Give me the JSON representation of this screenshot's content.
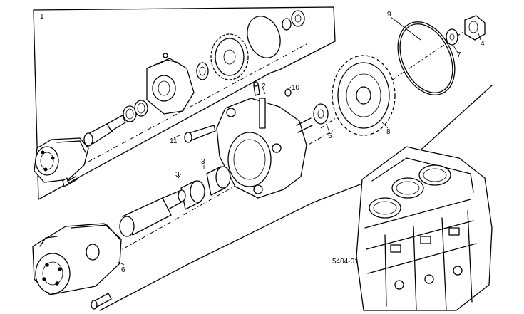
{
  "diagram": {
    "code": "5404-01",
    "labels": {
      "l1": "1",
      "l2": "2",
      "l3a": "3",
      "l3b": "3",
      "l4": "4",
      "l5": "5",
      "l6": "6",
      "l7": "7",
      "l8": "8",
      "l9": "9",
      "l10": "10",
      "l11": "11"
    }
  }
}
